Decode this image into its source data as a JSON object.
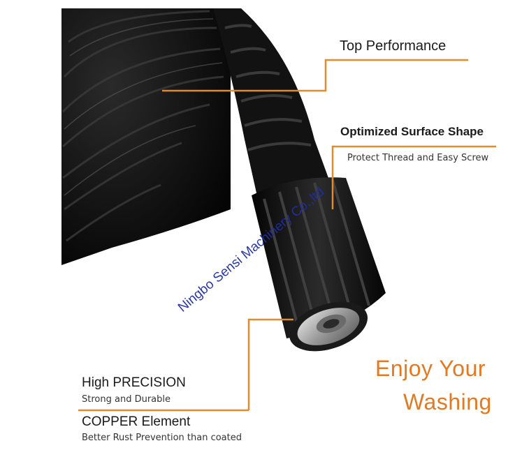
{
  "callouts": {
    "top_performance": {
      "title": "Top Performance"
    },
    "surface_shape": {
      "title": "Optimized Surface Shape",
      "subtitle": "Protect Thread and Easy Screw"
    },
    "high_precision": {
      "title": "High PRECISION",
      "subtitle": "Strong and Durable"
    },
    "copper_element": {
      "title": "COPPER Element",
      "subtitle": "Better Rust Prevention than coated"
    }
  },
  "slogan": {
    "line1": "Enjoy Your",
    "line2": "Washing"
  },
  "watermark": "Ningbo Sensi Machinery Co.,ltd",
  "colors": {
    "accent_line": "#e6892c",
    "slogan": "#e07a24",
    "watermark": "#1f2f9c",
    "hose": "#0d0d0d"
  }
}
